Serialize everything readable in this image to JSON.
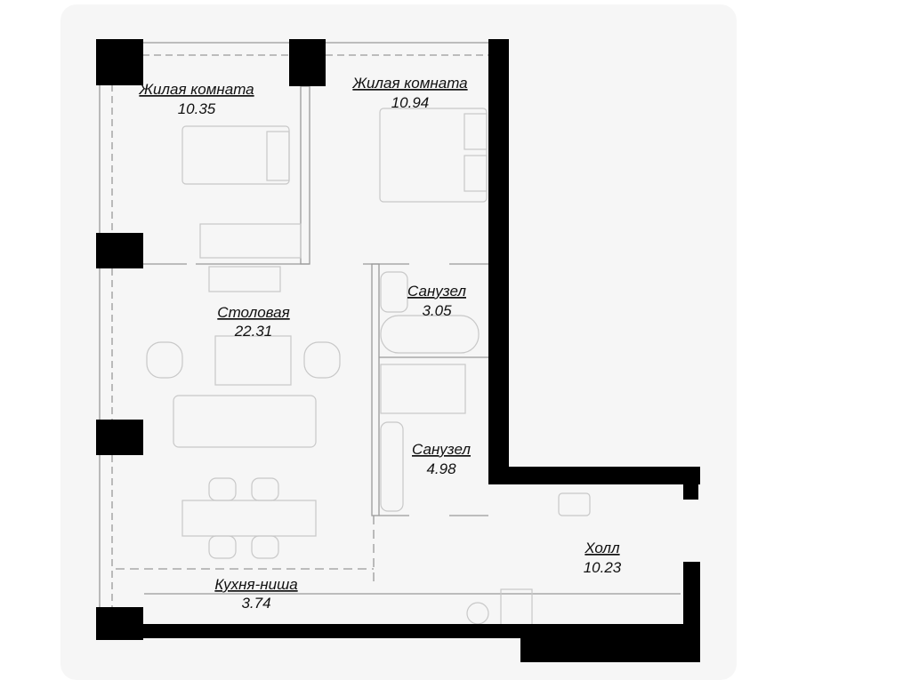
{
  "rooms": [
    {
      "name": "Жилая комната",
      "area": "10.35"
    },
    {
      "name": "Жилая комната",
      "area": "10.94"
    },
    {
      "name": "Столовая",
      "area": "22.31"
    },
    {
      "name": "Санузел",
      "area": "3.05"
    },
    {
      "name": "Санузел",
      "area": "4.98"
    },
    {
      "name": "Холл",
      "area": "10.23"
    },
    {
      "name": "Кухня-ниша",
      "area": "3.74"
    }
  ],
  "colors": {
    "wall": "#000000",
    "background": "#f6f6f6",
    "furniture": "#c8c8c8"
  }
}
